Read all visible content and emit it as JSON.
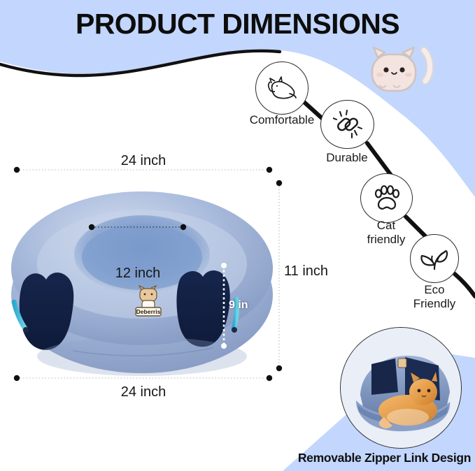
{
  "page": {
    "title": "PRODUCT DIMENSIONS",
    "background_color": "#c3d6fd",
    "panel_color": "#ffffff",
    "accent_color": "#c3d6fd",
    "ink_color": "#0d0d0d"
  },
  "features": [
    {
      "id": "comfortable",
      "label": "Comfortable",
      "icon": "sleeping-cat-icon"
    },
    {
      "id": "durable",
      "label": "Durable",
      "icon": "broken-chain-link-icon"
    },
    {
      "id": "cat-friendly",
      "label": "Cat\nfriendly",
      "icon": "paw-print-icon"
    },
    {
      "id": "eco-friendly",
      "label": "Eco\nFriendly",
      "icon": "leaf-sprout-icon"
    }
  ],
  "dimensions": {
    "outer_width_top": "24 inch",
    "inner_hole": "12 inch",
    "outer_width_bottom": "24 inch",
    "total_height": "11 inch",
    "tunnel_height": "9 in"
  },
  "product": {
    "brand": "Deberris",
    "brand_icon": "cat-logo-icon",
    "body_color": "#9bb0d4",
    "opening_color": "#1b2a52",
    "zipper_color": "#35b6d8"
  },
  "inset": {
    "caption": "Removable Zipper Link Design",
    "photo_alt": "orange-tabby-cat-in-open-bed"
  },
  "sticker": {
    "name": "kawaii-cat-sticker",
    "body_color": "#f4e4e0"
  }
}
